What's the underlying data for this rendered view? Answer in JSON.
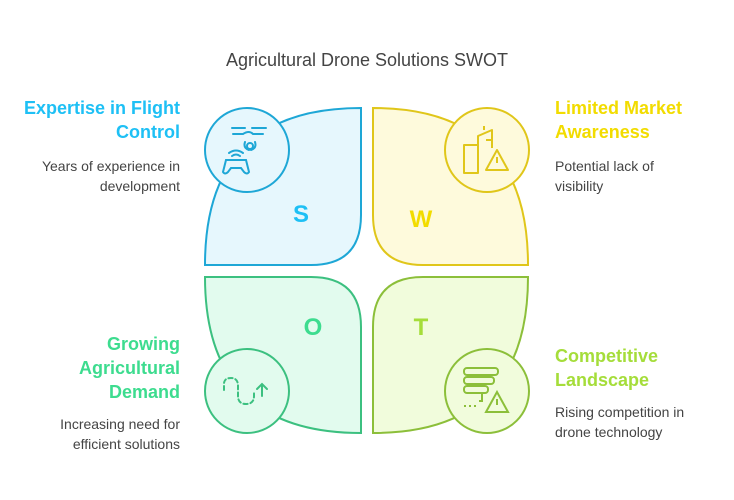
{
  "title": "Agricultural Drone Solutions SWOT",
  "quadrants": [
    {
      "letter": "S",
      "heading": "Expertise in Flight Control",
      "description": "Years of experience in development",
      "icon": "drone-controller-icon",
      "color": "#1ec0f5",
      "stroke": "#1ea7d6",
      "fill": "#e6f7fd"
    },
    {
      "letter": "W",
      "heading": "Limited Market Awareness",
      "description": "Potential lack of visibility",
      "icon": "building-warning-icon",
      "color": "#f2dc00",
      "stroke": "#e0c61a",
      "fill": "#fefadc"
    },
    {
      "letter": "O",
      "heading": "Growing Agricultural Demand",
      "description": "Increasing need for efficient solutions",
      "icon": "growth-path-icon",
      "color": "#3ddc8f",
      "stroke": "#3cc080",
      "fill": "#e2fbee"
    },
    {
      "letter": "T",
      "heading": "Competitive Landscape",
      "description": "Rising competition in drone technology",
      "icon": "server-warning-icon",
      "color": "#a5dd3a",
      "stroke": "#8cbf3a",
      "fill": "#f1fcdc"
    }
  ]
}
